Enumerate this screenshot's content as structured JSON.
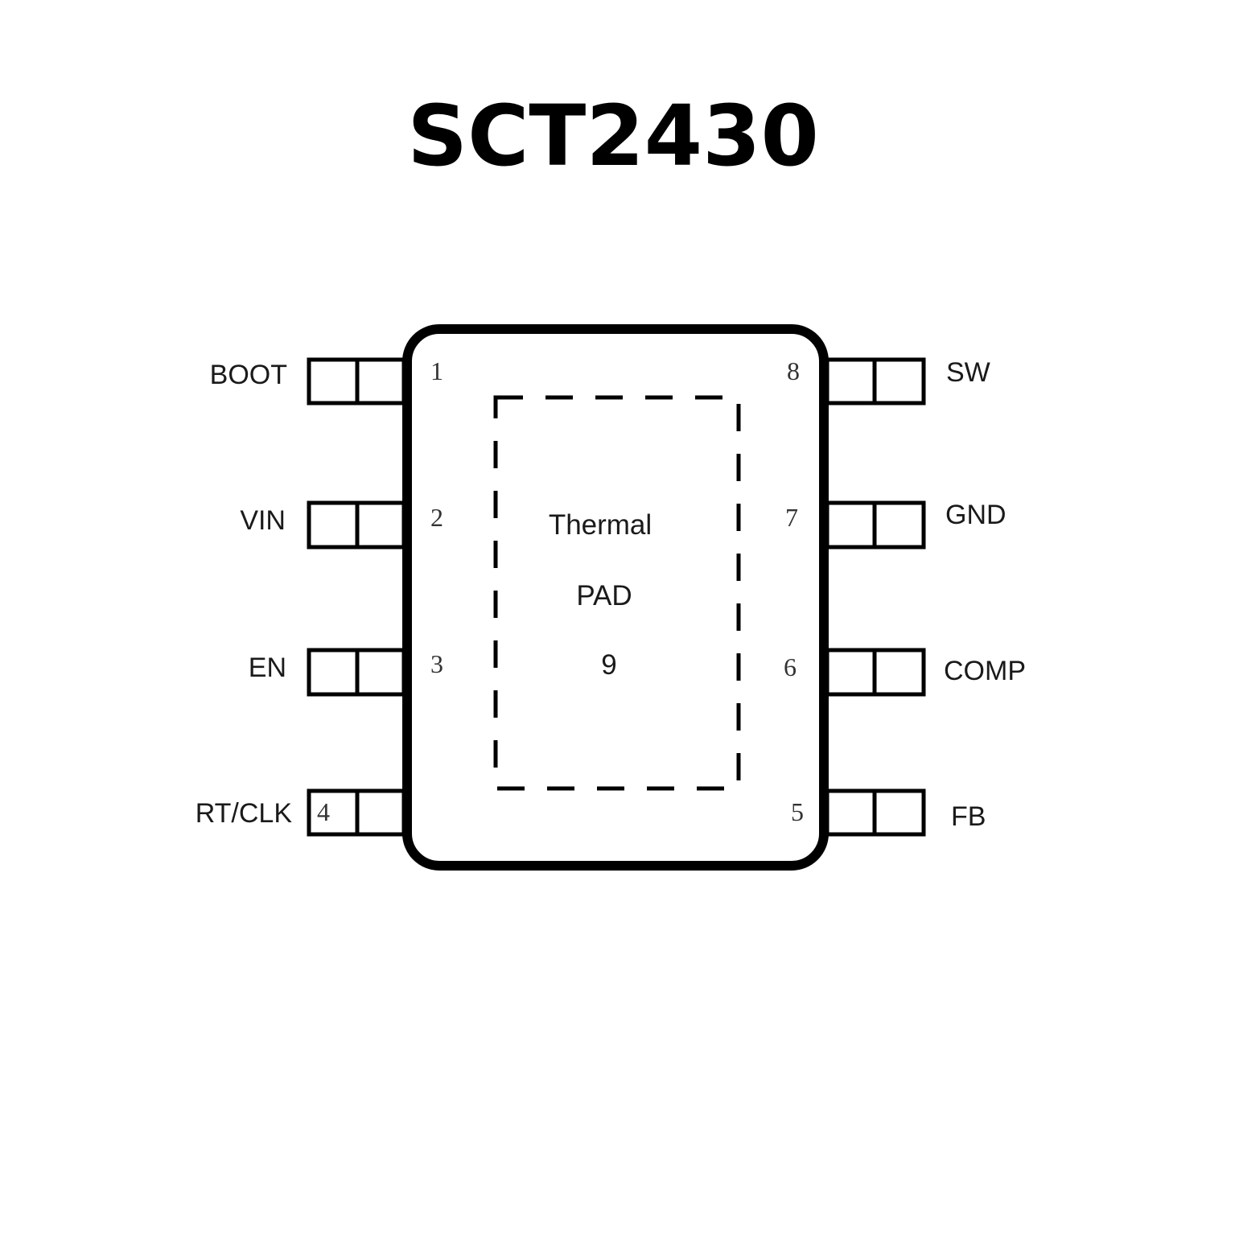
{
  "title": "SCT2430",
  "colors": {
    "stroke": "#000000",
    "background": "#ffffff"
  },
  "pins_left": [
    {
      "number": "1",
      "name": "BOOT"
    },
    {
      "number": "2",
      "name": "VIN"
    },
    {
      "number": "3",
      "name": "EN"
    },
    {
      "number": "4",
      "name": "RT/CLK"
    }
  ],
  "pins_right": [
    {
      "number": "8",
      "name": "SW"
    },
    {
      "number": "7",
      "name": "GND"
    },
    {
      "number": "6",
      "name": "COMP"
    },
    {
      "number": "5",
      "name": "FB"
    }
  ],
  "thermal_pad": {
    "line1": "Thermal",
    "line2": "PAD",
    "number": "9"
  }
}
